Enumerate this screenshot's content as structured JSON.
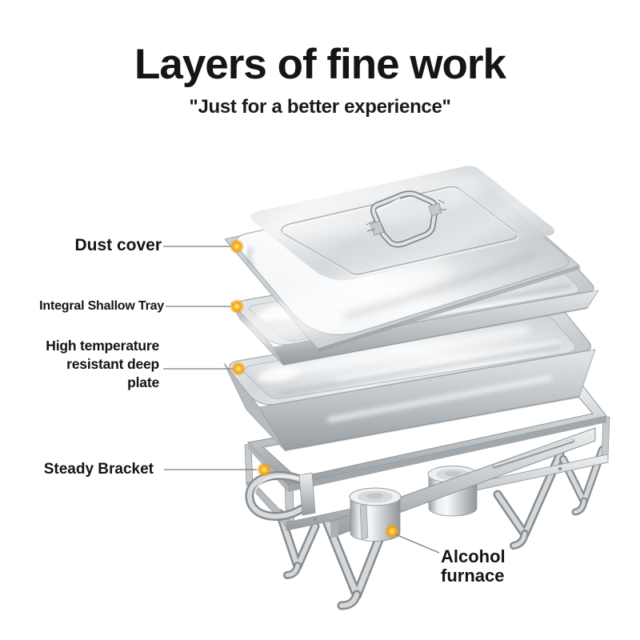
{
  "header": {
    "title": "Layers of fine work",
    "subtitle": "\"Just for a better experience\""
  },
  "callouts": [
    {
      "id": "dust-cover",
      "label": "Dust cover"
    },
    {
      "id": "integral-shallow-tray",
      "label": "Integral Shallow Tray"
    },
    {
      "id": "high-temperature-resistant-deep-plate",
      "label": "High temperature resistant deep plate",
      "lines": [
        "High temperature",
        "resistant deep",
        "plate"
      ]
    },
    {
      "id": "steady-bracket",
      "label": "Steady Bracket"
    },
    {
      "id": "alcohol-furnace",
      "label": "Alcohol furnace",
      "lines": [
        "Alcohol",
        "furnace"
      ]
    }
  ],
  "colors": {
    "background": "#ffffff",
    "heading_text": "#151515",
    "label_text": "#141414",
    "callout_line": "#7c7c7e",
    "callout_dot_core": "#ffcf55",
    "callout_dot_edge": "#f8a50f",
    "steel_highlight": "#fafbfc",
    "steel_mid": "#c9cdd0",
    "steel_shadow": "#8e9397"
  }
}
